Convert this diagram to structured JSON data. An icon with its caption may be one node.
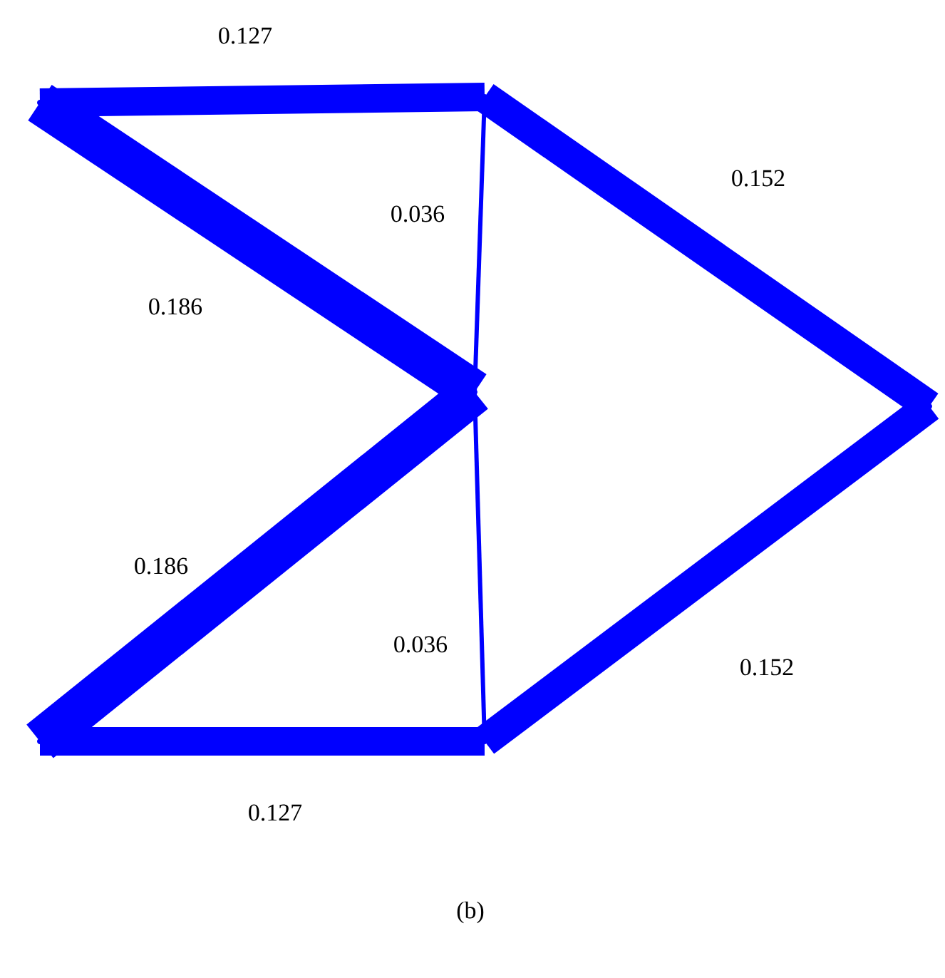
{
  "diagram": {
    "caption": "(b)",
    "nodes": [
      {
        "text": [],
        "shape": "circle"
      },
      {
        "text": [],
        "shape": "circle"
      },
      {
        "text": [],
        "shape": "circle"
      },
      {
        "text": [],
        "shape": "circle"
      },
      {
        "text": [],
        "shape": "circle"
      },
      {
        "text": [],
        "shape": "circle"
      }
    ],
    "edges": [
      {
        "from": 0,
        "to": 1,
        "arrow": "none",
        "label": "0.127",
        "color": "#0000ff"
      },
      {
        "from": 0,
        "to": 2,
        "arrow": "none",
        "label": "0.186",
        "color": "#0000ff"
      },
      {
        "from": 1,
        "to": 2,
        "arrow": "none",
        "label": "0.036",
        "color": "#0000ff"
      },
      {
        "from": 1,
        "to": 3,
        "arrow": "none",
        "label": "0.152",
        "color": "#0000ff"
      },
      {
        "from": 4,
        "to": 2,
        "arrow": "none",
        "label": "0.186",
        "color": "#0000ff"
      },
      {
        "from": 2,
        "to": 5,
        "arrow": "none",
        "label": "0.036",
        "color": "#0000ff"
      },
      {
        "from": 4,
        "to": 5,
        "arrow": "none",
        "label": "0.127",
        "color": "#0000ff"
      },
      {
        "from": 5,
        "to": 3,
        "arrow": "none",
        "label": "0.152",
        "color": "#0000ff"
      }
    ]
  }
}
